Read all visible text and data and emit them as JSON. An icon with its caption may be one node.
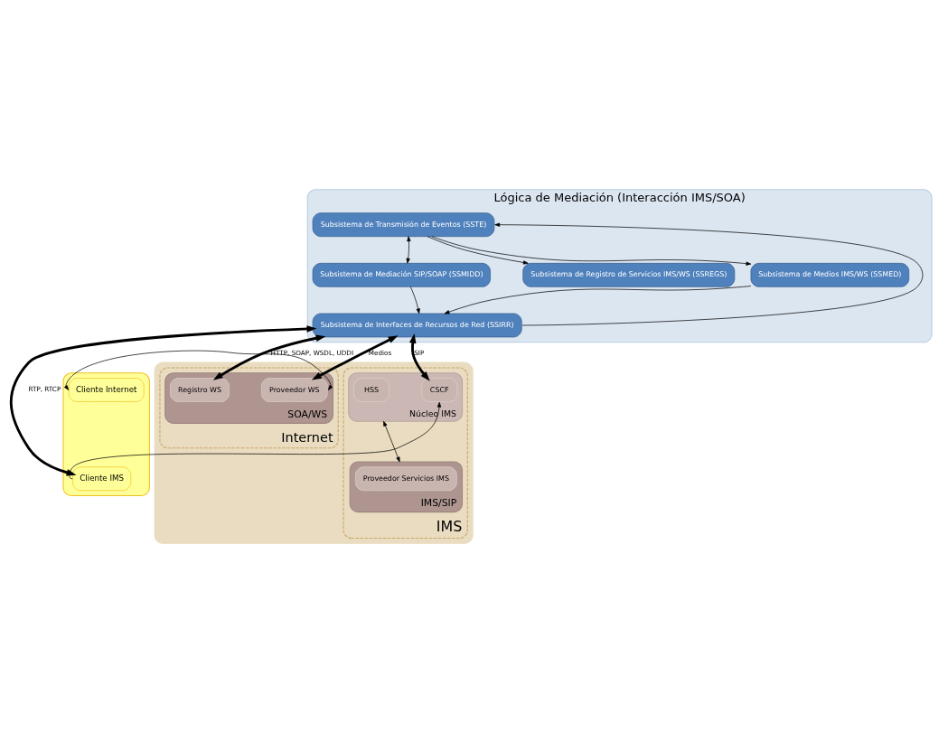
{
  "diagram": {
    "nodes": [
      {
        "text": [
          "Lógica de Mediación (Interacción IMS/SOA)"
        ]
      },
      {
        "text": [
          "Subsistema de Medios IMS/WS (SSMED)"
        ],
        "in": 0
      },
      {
        "text": [
          "Subsistema de Mediación SIP/SOAP (SSMIDD)"
        ],
        "in": 0
      },
      {
        "text": [
          "Subsistema de Registro de Servicios IMS/WS (SSREGS)"
        ],
        "in": 0
      },
      {
        "text": [
          "Subsistema de Transmisión de Eventos (SSTE)"
        ],
        "in": 0
      },
      {
        "text": [
          "Subsistema de Interfaces de Recursos de Red (SSIRR)"
        ],
        "in": 0
      },
      {
        "text": [],
        "shape": "box"
      },
      {
        "text": [
          "IMS"
        ],
        "in": 6
      },
      {
        "text": [
          "Núcleo IMS"
        ],
        "in": 7
      },
      {
        "text": [
          "HSS"
        ],
        "in": 8
      },
      {
        "text": [
          "CSCF"
        ],
        "in": 8
      },
      {
        "text": [
          "IMS/SIP"
        ],
        "in": 7
      },
      {
        "text": [
          "Proveedor Servicios IMS"
        ],
        "in": 11
      },
      {
        "text": [
          "Internet"
        ],
        "in": 6
      },
      {
        "text": [
          "SOA/WS"
        ],
        "in": 13
      },
      {
        "text": [
          "Registro WS"
        ],
        "in": 14
      },
      {
        "text": [
          "Proveedor WS"
        ],
        "in": 14
      },
      {
        "text": [],
        "shape": "box"
      },
      {
        "text": [
          "Cliente Internet"
        ],
        "in": 17
      },
      {
        "text": [
          "Cliente IMS"
        ],
        "in": 17
      }
    ],
    "edges": [
      {
        "from": 1,
        "to": 5,
        "arrow": "to"
      },
      {
        "from": 2,
        "to": 5,
        "arrow": "to"
      },
      {
        "from": 4,
        "to": 1,
        "arrow": "to"
      },
      {
        "from": 2,
        "to": 4,
        "arrow": "both"
      },
      {
        "from": 4,
        "to": 3,
        "arrow": "to"
      },
      {
        "from": 5,
        "to": 4,
        "arrow": "to"
      },
      {
        "from": 5,
        "to": 10,
        "arrow": "both",
        "label": "SIP",
        "style": "thick"
      },
      {
        "from": 5,
        "to": 19,
        "arrow": "both",
        "label": "RTP, RTCP",
        "style": "thick"
      },
      {
        "from": 5,
        "to": 15,
        "arrow": "both",
        "label": "HTTP, SOAP, WSDL, UDDI",
        "style": "thick"
      },
      {
        "from": 5,
        "to": 16,
        "arrow": "both",
        "label": "Medios",
        "style": "thick"
      },
      {
        "from": 8,
        "to": 11,
        "arrow": "both"
      },
      {
        "from": 19,
        "to": 10,
        "arrow": "to"
      },
      {
        "from": 16,
        "to": 18,
        "arrow": "both"
      }
    ]
  }
}
